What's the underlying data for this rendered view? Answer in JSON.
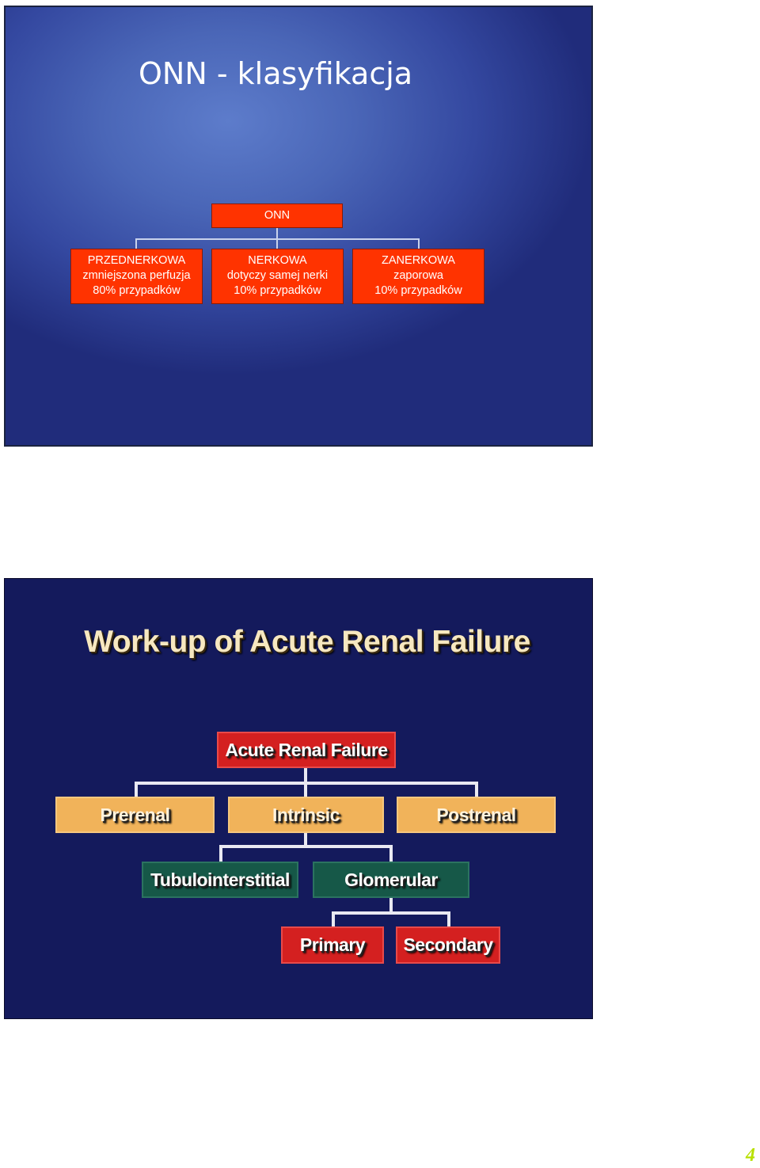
{
  "slide1": {
    "title": "ONN - klasyfikacja",
    "root": "ONN",
    "children": [
      {
        "lines": [
          "PRZEDNERKOWA",
          "zmniejszona perfuzja",
          "80% przypadków"
        ]
      },
      {
        "lines": [
          "NERKOWA",
          "dotyczy samej nerki",
          "10% przypadków"
        ]
      },
      {
        "lines": [
          "ZANERKOWA",
          "zaporowa",
          "10% przypadków"
        ]
      }
    ],
    "colors": {
      "box": "#ff3300",
      "bg": "#4a66b7"
    }
  },
  "slide2": {
    "title": "Work-up of Acute Renal Failure",
    "root": "Acute Renal Failure",
    "level1": [
      "Prerenal",
      "Intrinsic",
      "Postrenal"
    ],
    "level2": [
      "Tubulointerstitial",
      "Glomerular"
    ],
    "level3": [
      "Primary",
      "Secondary"
    ],
    "colors": {
      "red": "#d42020",
      "orange": "#f1b35a",
      "green": "#165848",
      "bg": "#141a5c"
    }
  },
  "page_number": "4"
}
